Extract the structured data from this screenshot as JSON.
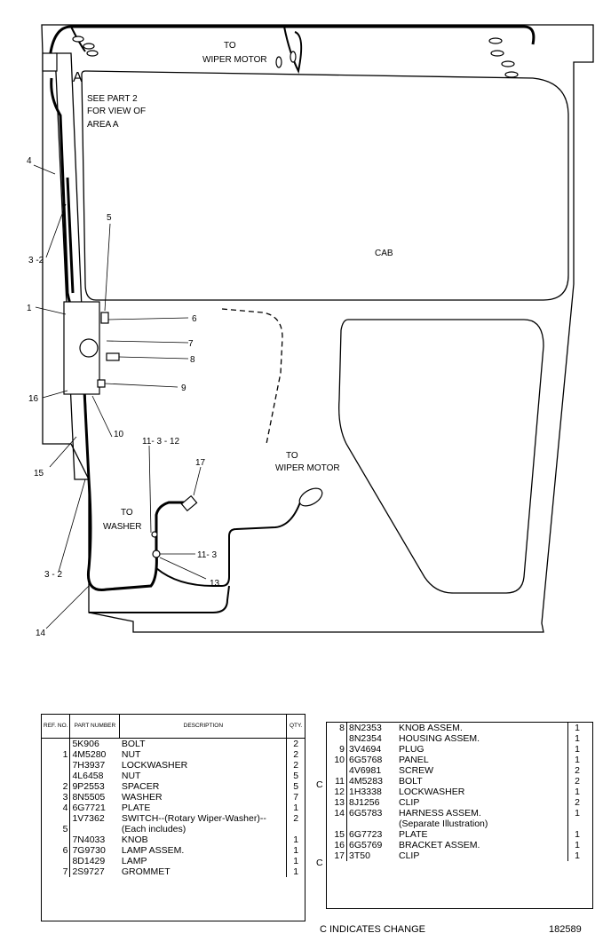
{
  "diagram": {
    "labels": {
      "to_wiper_motor_top": [
        "TO",
        "WIPER MOTOR"
      ],
      "area_a": "A",
      "see_part": [
        "SEE PART 2",
        "FOR VIEW OF",
        "AREA  A"
      ],
      "cab": "CAB",
      "to_wiper_motor_mid": [
        "TO",
        "WIPER MOTOR"
      ],
      "to_washer": [
        "TO",
        "WASHER"
      ],
      "callouts": [
        "4",
        "3 -2",
        "5",
        "1",
        "6",
        "7",
        "8",
        "9",
        "16",
        "10",
        "15",
        "11- 3 - 12",
        "17",
        "11- 3",
        "13",
        "3 - 2",
        "14"
      ]
    }
  },
  "left_table": {
    "headers": [
      "REF. NO.",
      "PART NUMBER",
      "DESCRIPTION",
      "QTY."
    ],
    "rows": [
      {
        "ref": "",
        "pn": "5K906",
        "desc": "BOLT",
        "qty": "2"
      },
      {
        "ref": "1",
        "pn": "4M5280",
        "desc": "NUT",
        "qty": "2"
      },
      {
        "ref": "",
        "pn": "7H3937",
        "desc": "LOCKWASHER",
        "qty": "2"
      },
      {
        "ref": "",
        "pn": "4L6458",
        "desc": "NUT",
        "qty": "5"
      },
      {
        "ref": "2",
        "pn": "9P2553",
        "desc": "SPACER",
        "qty": "5"
      },
      {
        "ref": "3",
        "pn": "8N5505",
        "desc": "WASHER",
        "qty": "7"
      },
      {
        "ref": "4",
        "pn": "6G7721",
        "desc": "PLATE",
        "qty": "1"
      },
      {
        "ref": "",
        "pn": "1V7362",
        "desc": "SWITCH--(Rotary Wiper-Washer)--",
        "qty": "2"
      },
      {
        "ref": "5",
        "pn": "",
        "desc": "(Each includes)",
        "qty": ""
      },
      {
        "ref": "",
        "pn": "7N4033",
        "desc": "KNOB",
        "qty": "1"
      },
      {
        "ref": "6",
        "pn": "7G9730",
        "desc": "LAMP ASSEM.",
        "qty": "1"
      },
      {
        "ref": "",
        "pn": "8D1429",
        "desc": "LAMP",
        "qty": "1"
      },
      {
        "ref": "7",
        "pn": "2S9727",
        "desc": "GROMMET",
        "qty": "1"
      }
    ]
  },
  "right_table": {
    "rows": [
      {
        "c": "",
        "ref": "8",
        "pn": "8N2353",
        "desc": "KNOB ASSEM.",
        "qty": "1"
      },
      {
        "c": "",
        "ref": "",
        "pn": "8N2354",
        "desc": "HOUSING ASSEM.",
        "qty": "1"
      },
      {
        "c": "",
        "ref": "9",
        "pn": "3V4694",
        "desc": "PLUG",
        "qty": "1"
      },
      {
        "c": "",
        "ref": "10",
        "pn": "6G5768",
        "desc": "PANEL",
        "qty": "1"
      },
      {
        "c": "",
        "ref": "",
        "pn": "4V6981",
        "desc": "SCREW",
        "qty": "2"
      },
      {
        "c": "C",
        "ref": "11",
        "pn": "4M5283",
        "desc": "BOLT",
        "qty": "2"
      },
      {
        "c": "",
        "ref": "12",
        "pn": "1H3338",
        "desc": "LOCKWASHER",
        "qty": "1"
      },
      {
        "c": "",
        "ref": "13",
        "pn": "8J1256",
        "desc": "CLIP",
        "qty": "2"
      },
      {
        "c": "",
        "ref": "14",
        "pn": "6G5783",
        "desc": "HARNESS ASSEM.",
        "qty": "1"
      },
      {
        "c": "",
        "ref": "",
        "pn": "",
        "desc": "(Separate Illustration)",
        "qty": ""
      },
      {
        "c": "",
        "ref": "15",
        "pn": "6G7723",
        "desc": "PLATE",
        "qty": "1"
      },
      {
        "c": "",
        "ref": "16",
        "pn": "6G5769",
        "desc": "BRACKET ASSEM.",
        "qty": "1"
      },
      {
        "c": "C",
        "ref": "17",
        "pn": "3T50",
        "desc": "CLIP",
        "qty": "1"
      }
    ]
  },
  "footer": {
    "note": "C  INDICATES CHANGE",
    "illustration_number": "182589"
  }
}
